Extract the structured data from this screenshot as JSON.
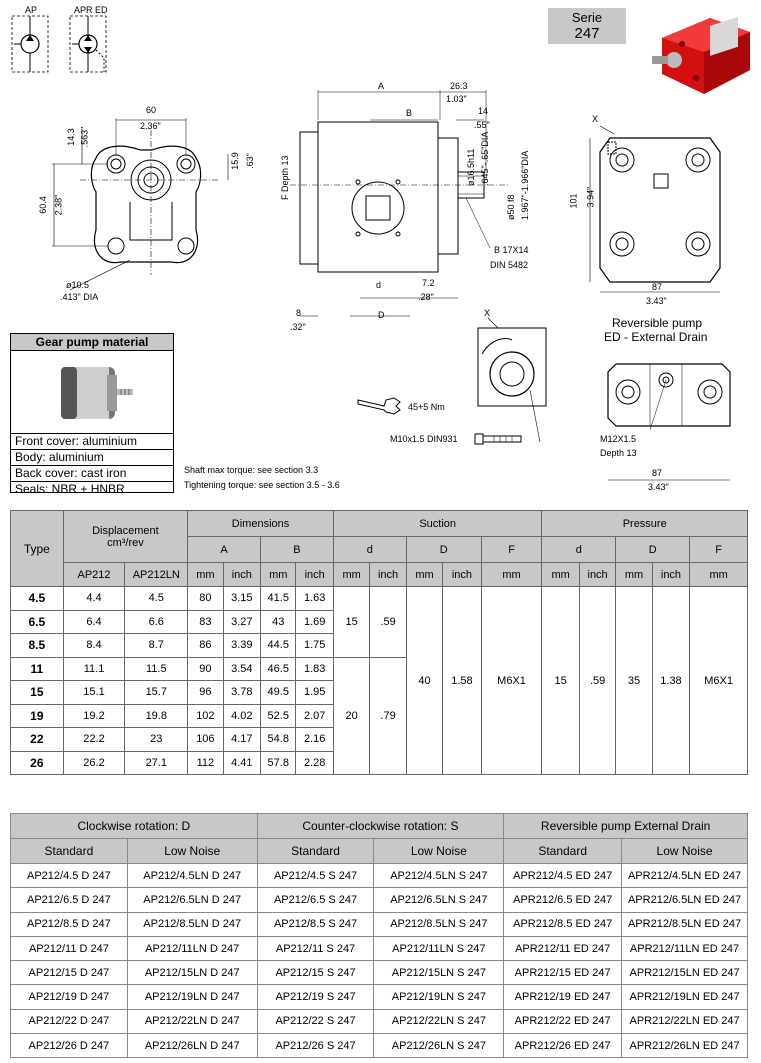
{
  "symbols": {
    "ap": "AP",
    "apr_ed": "APR ED"
  },
  "serie": {
    "label": "Serie",
    "number": "247"
  },
  "front_view": {
    "dim_60": "60",
    "dim_60_in": "2.36\"",
    "dim_14_3": "14.3",
    "dim_14_3_in": ".563\"",
    "dim_15_9": "15.9",
    "dim_15_9_in": ".63\"",
    "dim_60_4": "60.4",
    "dim_60_4_in": "2.38\"",
    "dim_10_5": "ø10.5",
    "dim_10_5_in": ".413\" DIA"
  },
  "side_view": {
    "dim_a": "A",
    "dim_b": "B",
    "dim_26_3": "26.3",
    "dim_26_3_in": "1.03\"",
    "dim_14": "14",
    "dim_14_in": ".55\"",
    "shaft_dia": "ø16.5h11",
    "shaft_dia_in": ".645\"-.65\"DIA",
    "pilot_dia": "ø50 f8",
    "pilot_dia_in": "1.967\"-1.966\"DIA",
    "f_depth": "F Depth 13",
    "spline": "B 17X14",
    "spline_std": "DIN 5482",
    "dim_d_small": "d",
    "dim_d_big": "D",
    "dim_7_2": "7.2",
    "dim_7_2_in": ".28\"",
    "dim_8": "8",
    "dim_8_in": ".32\""
  },
  "rear_view": {
    "x_label": "X",
    "dim_101": "101",
    "dim_101_in": "3.94\"",
    "dim_87": "87",
    "dim_87_in": "3.43\""
  },
  "reversible": {
    "title_line1": "Reversible pump",
    "title_line2": "ED - External Drain",
    "thread": "M12X1.5",
    "depth": "Depth 13",
    "dim_87": "87",
    "dim_87_in": "3.43\""
  },
  "detail": {
    "x_label": "X",
    "torque": "45+5 Nm",
    "screw": "M10x1.5 DIN931"
  },
  "material": {
    "title": "Gear pump material",
    "rows": [
      "Front cover: aluminium",
      "Body: aluminium",
      "Back cover: cast iron",
      "Seals: NBR + HNBR"
    ]
  },
  "notes": {
    "shaft": "Shaft max torque: see section 3.3",
    "tightening": "Tightening torque: see section 3.5 - 3.6"
  },
  "spec_table": {
    "h_type": "Type",
    "h_disp": "Displacement",
    "h_disp_unit": "cm³/rev",
    "h_dimensions": "Dimensions",
    "h_suction": "Suction",
    "h_pressure": "Pressure",
    "h_a": "A",
    "h_b": "B",
    "h_d_small": "d",
    "h_d_big": "D",
    "h_f": "F",
    "h_ap212": "AP212",
    "h_ap212ln": "AP212LN",
    "u_mm": "mm",
    "u_inch": "inch",
    "rows": [
      {
        "type": "4.5",
        "ap212": "4.4",
        "ap212ln": "4.5",
        "a_mm": "80",
        "a_in": "3.15",
        "b_mm": "41.5",
        "b_in": "1.63"
      },
      {
        "type": "6.5",
        "ap212": "6.4",
        "ap212ln": "6.6",
        "a_mm": "83",
        "a_in": "3.27",
        "b_mm": "43",
        "b_in": "1.69"
      },
      {
        "type": "8.5",
        "ap212": "8.4",
        "ap212ln": "8.7",
        "a_mm": "86",
        "a_in": "3.39",
        "b_mm": "44.5",
        "b_in": "1.75"
      },
      {
        "type": "11",
        "ap212": "11.1",
        "ap212ln": "11.5",
        "a_mm": "90",
        "a_in": "3.54",
        "b_mm": "46.5",
        "b_in": "1.83"
      },
      {
        "type": "15",
        "ap212": "15.1",
        "ap212ln": "15.7",
        "a_mm": "96",
        "a_in": "3.78",
        "b_mm": "49.5",
        "b_in": "1.95"
      },
      {
        "type": "19",
        "ap212": "19.2",
        "ap212ln": "19.8",
        "a_mm": "102",
        "a_in": "4.02",
        "b_mm": "52.5",
        "b_in": "2.07"
      },
      {
        "type": "22",
        "ap212": "22.2",
        "ap212ln": "23",
        "a_mm": "106",
        "a_in": "4.17",
        "b_mm": "54.8",
        "b_in": "2.16"
      },
      {
        "type": "26",
        "ap212": "26.2",
        "ap212ln": "27.1",
        "a_mm": "112",
        "a_in": "4.41",
        "b_mm": "57.8",
        "b_in": "2.28"
      }
    ],
    "suction_small": {
      "d_mm": "15",
      "d_in": ".59"
    },
    "suction_large": {
      "d_mm": "20",
      "d_in": ".79"
    },
    "suction_common": {
      "D_mm": "40",
      "D_in": "1.58",
      "F_mm": "M6X1"
    },
    "pressure_common": {
      "d_mm": "15",
      "d_in": ".59",
      "D_mm": "35",
      "D_in": "1.38",
      "F_mm": "M6X1"
    }
  },
  "code_table": {
    "h_cw": "Clockwise rotation: D",
    "h_ccw": "Counter-clockwise rotation: S",
    "h_rev": "Reversible pump External Drain",
    "h_standard": "Standard",
    "h_low_noise": "Low Noise",
    "rows": [
      [
        "AP212/4.5 D 247",
        "AP212/4.5LN D 247",
        "AP212/4.5 S 247",
        "AP212/4.5LN S 247",
        "APR212/4.5 ED 247",
        "APR212/4.5LN ED 247"
      ],
      [
        "AP212/6.5 D 247",
        "AP212/6.5LN D 247",
        "AP212/6.5 S 247",
        "AP212/6.5LN S 247",
        "APR212/6.5 ED 247",
        "APR212/6.5LN ED 247"
      ],
      [
        "AP212/8.5 D 247",
        "AP212/8.5LN D 247",
        "AP212/8.5 S 247",
        "AP212/8.5LN S 247",
        "APR212/8.5 ED 247",
        "APR212/8.5LN ED 247"
      ],
      [
        "AP212/11 D 247",
        "AP212/11LN D 247",
        "AP212/11 S 247",
        "AP212/11LN S 247",
        "APR212/11 ED 247",
        "APR212/11LN ED 247"
      ],
      [
        "AP212/15 D 247",
        "AP212/15LN D 247",
        "AP212/15 S 247",
        "AP212/15LN S 247",
        "APR212/15 ED 247",
        "APR212/15LN ED 247"
      ],
      [
        "AP212/19 D 247",
        "AP212/19LN D 247",
        "AP212/19 S 247",
        "AP212/19LN S 247",
        "APR212/19 ED 247",
        "APR212/19LN ED 247"
      ],
      [
        "AP212/22 D 247",
        "AP212/22LN D 247",
        "AP212/22 S 247",
        "AP212/22LN S 247",
        "APR212/22 ED 247",
        "APR212/22LN ED 247"
      ],
      [
        "AP212/26 D 247",
        "AP212/26LN D 247",
        "AP212/26 S 247",
        "AP212/26LN S 247",
        "APR212/26 ED 247",
        "APR212/26LN ED 247"
      ]
    ]
  }
}
